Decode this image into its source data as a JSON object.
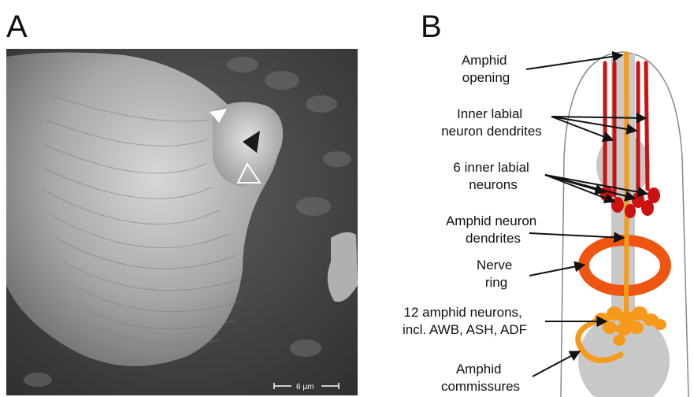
{
  "panels": {
    "a": {
      "letter": "A"
    },
    "b": {
      "letter": "B"
    }
  },
  "sem": {
    "scale_bar": "6 μm",
    "arrowheads": [
      "filled-arrowhead",
      "open-arrowhead"
    ]
  },
  "labels": {
    "amphid_opening": [
      "Amphid",
      "opening"
    ],
    "inner_labial_dendrites": [
      "Inner labial",
      "neuron dendrites"
    ],
    "inner_labial_neurons": [
      "6 inner labial",
      "neurons"
    ],
    "amphid_neuron_dendrites": [
      "Amphid neuron",
      "dendrites"
    ],
    "nerve_ring": [
      "Nerve",
      "ring"
    ],
    "amphid_neurons": [
      "12 amphid neurons,",
      "incl. AWB, ASH, ADF"
    ],
    "amphid_commissures": [
      "Amphid",
      "commissures"
    ]
  },
  "colors": {
    "background": "#ffffff",
    "body_gray": "#c8c8c8",
    "inner_labial_red": "#cc1111",
    "amphid_orange": "#f59a1a",
    "nerve_ring": "#ee5511",
    "outline": "#888888"
  }
}
